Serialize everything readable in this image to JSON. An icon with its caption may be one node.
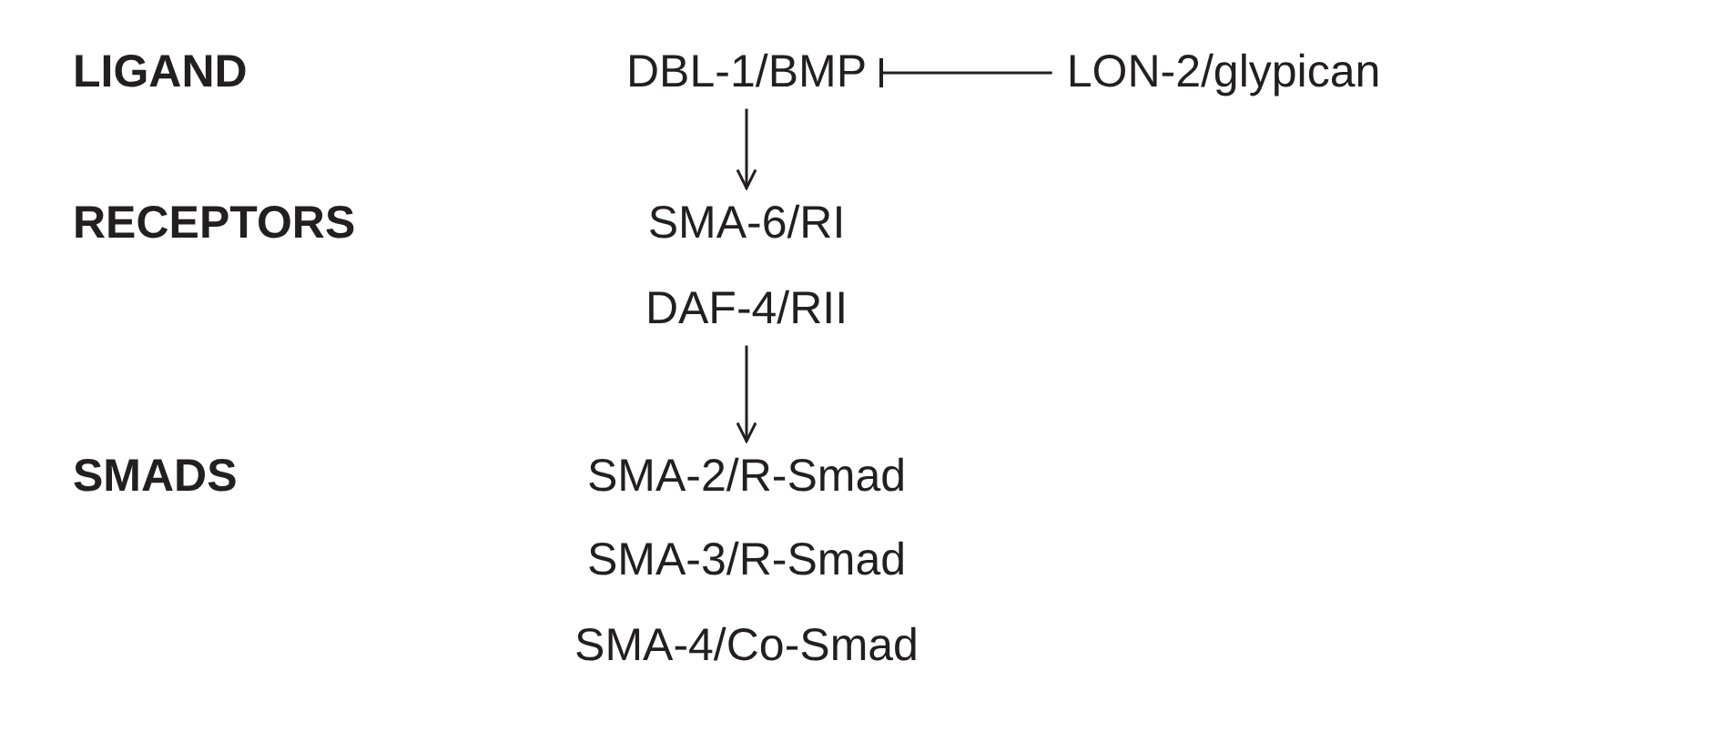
{
  "diagram": {
    "nodes": [
      {
        "text": [
          "DBL-1/BMP"
        ]
      },
      {
        "text": [
          "LON-2/glypican"
        ]
      },
      {
        "text": [
          "SMA-6/RI"
        ]
      },
      {
        "text": [
          "DAF-4/RII"
        ]
      },
      {
        "text": [
          "SMA-2/R-Smad"
        ]
      },
      {
        "text": [
          "SMA-3/R-Smad"
        ]
      },
      {
        "text": [
          "SMA-4/Co-Smad"
        ]
      }
    ],
    "edges": [
      {
        "from": 1,
        "to": 0,
        "arrow": "other"
      },
      {
        "from": 0,
        "to": 2,
        "arrow": "to"
      },
      {
        "from": 3,
        "to": 4,
        "arrow": "to"
      }
    ],
    "labels": [
      "LIGAND",
      "RECEPTORS",
      "SMADS"
    ]
  }
}
